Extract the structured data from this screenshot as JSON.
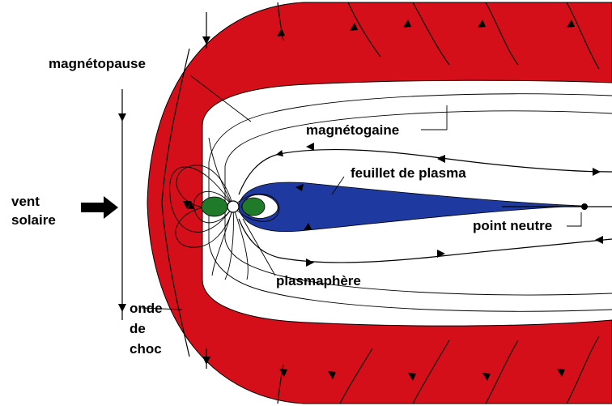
{
  "labels": {
    "magnetopause": "magnétopause",
    "magnetogaine": "magnétogaine",
    "feuillet": "feuillet de plasma",
    "vent_line1": "vent",
    "vent_line2": "solaire",
    "point_neutre": "point neutre",
    "plasmasphere": "plasmaphère",
    "onde_line1": "onde",
    "onde_line2": "de",
    "onde_line3": "choc"
  },
  "colors": {
    "magnetosheath": "#d40f1a",
    "plasma_sheet": "#1e3aa0",
    "plasmasphere": "#1f7a2a",
    "background": "#ffffff",
    "lines": "#000000"
  },
  "icons": {
    "solar_wind_arrow": "arrow-right",
    "earth": "circle",
    "neutral_point": "dot"
  }
}
